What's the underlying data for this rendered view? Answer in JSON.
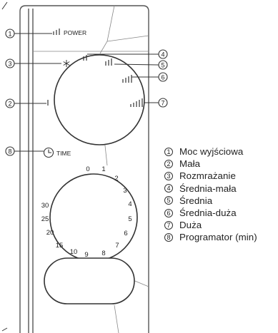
{
  "callouts": [
    {
      "num": "1",
      "text": "POWER"
    },
    {
      "num": "2"
    },
    {
      "num": "3"
    },
    {
      "num": "4"
    },
    {
      "num": "5"
    },
    {
      "num": "6"
    },
    {
      "num": "7"
    },
    {
      "num": "8",
      "text": "TIME"
    }
  ],
  "timer_scale": [
    "0",
    "1",
    "2",
    "3",
    "4",
    "5",
    "6",
    "7",
    "8",
    "9",
    "10",
    "15",
    "20",
    "25",
    "30"
  ],
  "legend": [
    {
      "num": "1",
      "label": "Moc wyjściowa"
    },
    {
      "num": "2",
      "label": "Mała"
    },
    {
      "num": "3",
      "label": "Rozmrażanie"
    },
    {
      "num": "4",
      "label": "Średnia-mała"
    },
    {
      "num": "5",
      "label": "Średnia"
    },
    {
      "num": "6",
      "label": "Średnia-duża"
    },
    {
      "num": "7",
      "label": "Duża"
    },
    {
      "num": "8",
      "label": "Programator (min)"
    }
  ],
  "icons": [
    "power-level-bars-icon",
    "snowflake-icon",
    "clock-icon"
  ],
  "colors": {
    "line": "#333333",
    "panel_line": "#555555",
    "guide": "#888888",
    "text": "#222222"
  }
}
